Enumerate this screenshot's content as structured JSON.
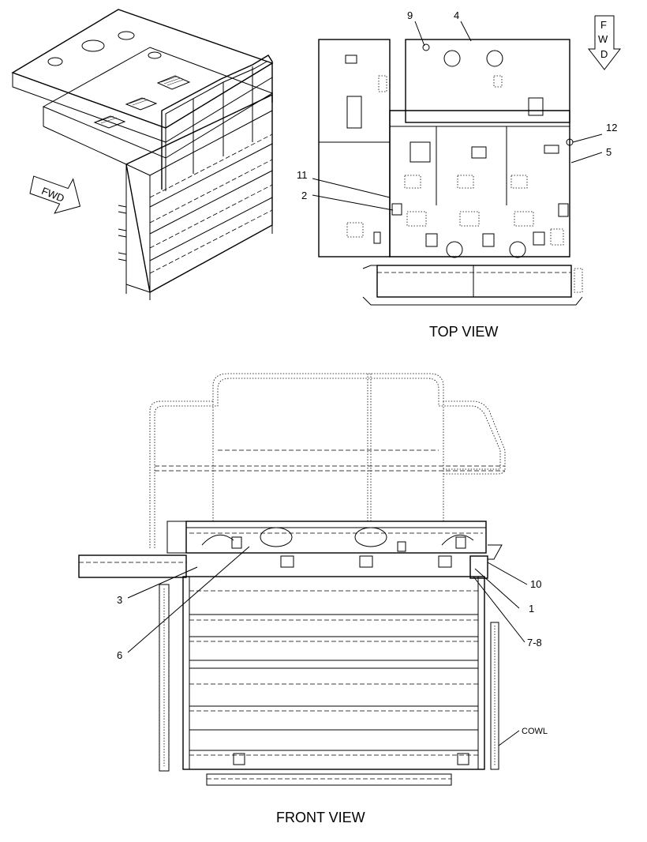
{
  "views": {
    "top_view_title": "TOP VIEW",
    "front_view_title": "FRONT VIEW"
  },
  "fwd_indicators": {
    "iso_arrow": "FWD",
    "top_arrow_letters": [
      "F",
      "W",
      "D"
    ]
  },
  "callouts": {
    "top": [
      {
        "id": "c9",
        "label": "9"
      },
      {
        "id": "c4",
        "label": "4"
      },
      {
        "id": "c12",
        "label": "12"
      },
      {
        "id": "c5",
        "label": "5"
      },
      {
        "id": "c11",
        "label": "11"
      },
      {
        "id": "c2",
        "label": "2"
      }
    ],
    "front": [
      {
        "id": "c3",
        "label": "3"
      },
      {
        "id": "c6",
        "label": "6"
      },
      {
        "id": "c10",
        "label": "10"
      },
      {
        "id": "c1",
        "label": "1"
      },
      {
        "id": "c78",
        "label": "7-8"
      },
      {
        "id": "cowl",
        "label": "COWL"
      }
    ]
  }
}
